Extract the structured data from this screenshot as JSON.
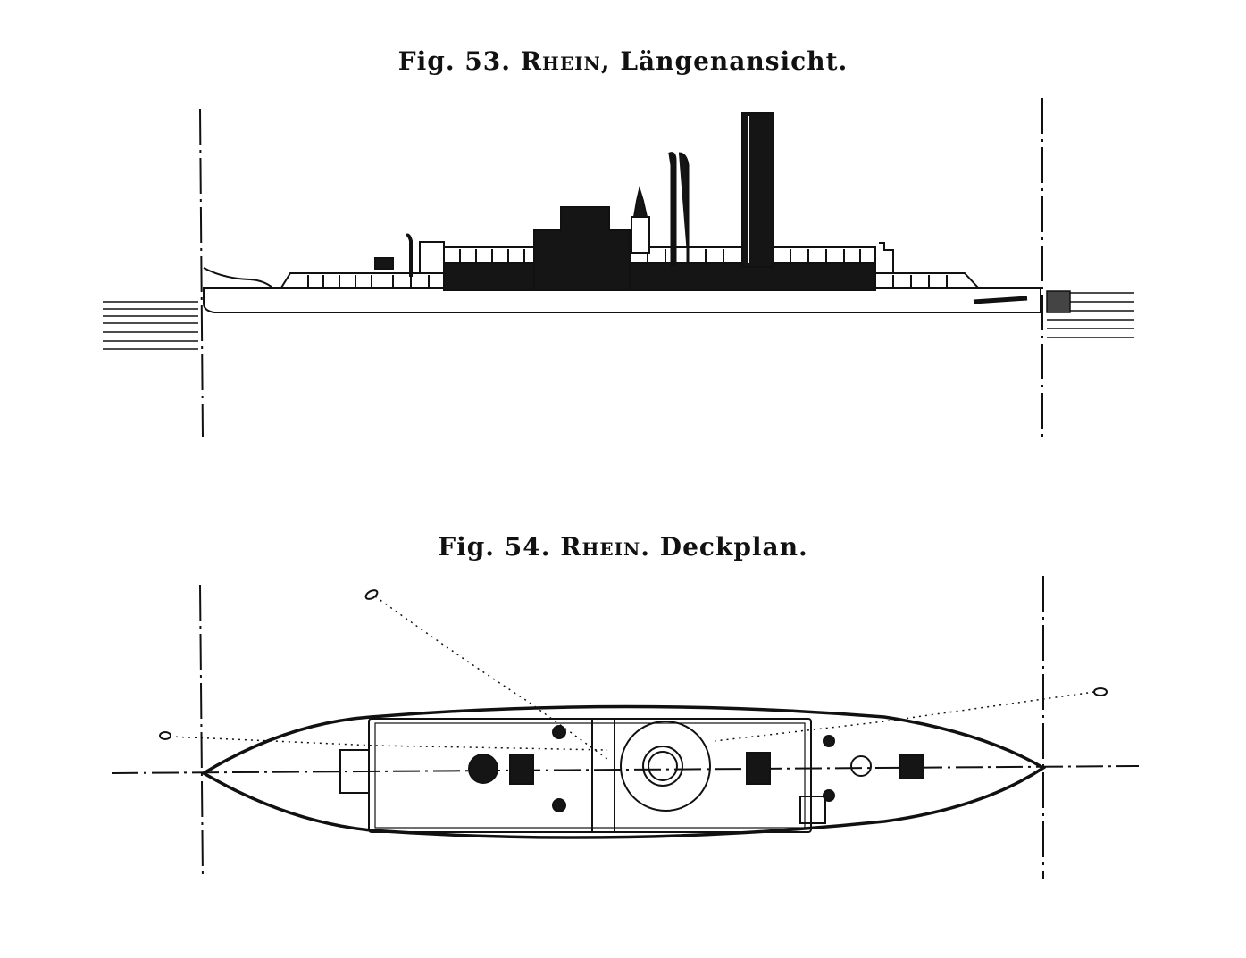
{
  "figure53": {
    "number": "Fig. 53.",
    "ship": "Rhein",
    "view": "Längenansicht."
  },
  "figure54": {
    "number": "Fig. 54.",
    "ship": "Rhein",
    "view": "Deckplan."
  },
  "colors": {
    "ink": "#111111",
    "paper": "#ffffff"
  }
}
